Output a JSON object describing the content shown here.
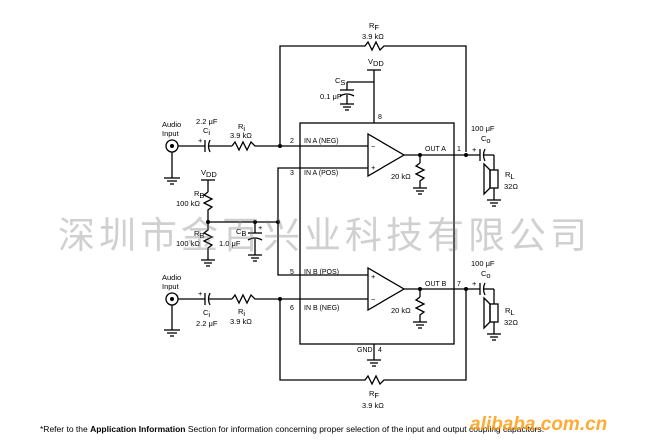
{
  "ic": {
    "pin_in_a_neg": "2",
    "pin_in_a_pos": "3",
    "pin_in_b_pos": "5",
    "pin_in_b_neg": "6",
    "pin_vdd": "8",
    "pin_out_a": "1",
    "pin_out_b": "7",
    "pin_gnd": "4",
    "label_in_a_neg": "IN A (NEG)",
    "label_in_a_pos": "IN A (POS)",
    "label_in_b_pos": "IN B (POS)",
    "label_in_b_neg": "IN B (NEG)",
    "label_out_a": "OUT A",
    "label_out_b": "OUT B",
    "label_gnd": "GND",
    "internal_res_a": "20 kΩ",
    "internal_res_b": "20 kΩ"
  },
  "components": {
    "rf_top_name": "R",
    "rf_top_sub": "F",
    "rf_top_value": "3.9 kΩ",
    "rf_bottom_name": "R",
    "rf_bottom_sub": "F",
    "rf_bottom_value": "3.9 kΩ",
    "vdd_top": "V",
    "vdd_top_sub": "DD",
    "cs_name": "C",
    "cs_sub": "S",
    "cs_value": "0.1 μF",
    "audio_in_a_line1": "Audio",
    "audio_in_a_line2": "Input",
    "ci_a_value": "2.2 μF",
    "ci_a_name": "C",
    "ci_a_sub": "i",
    "ri_a_name": "R",
    "ri_a_sub": "i",
    "ri_a_value": "3.9 kΩ",
    "vdd_bias": "V",
    "vdd_bias_sub": "DD",
    "rb1_name": "R",
    "rb1_sub": "B",
    "rb1_value": "100 kΩ",
    "rb2_name": "R",
    "rb2_sub": "B",
    "rb2_value": "100 kΩ",
    "cb_name": "C",
    "cb_sub": "B",
    "cb_value": "1.0 μF",
    "audio_in_b_line1": "Audio",
    "audio_in_b_line2": "Input",
    "ci_b_name": "C",
    "ci_b_sub": "i",
    "ci_b_value": "2.2 μF",
    "ri_b_name": "R",
    "ri_b_sub": "i",
    "ri_b_value": "3.9 kΩ",
    "co_a_value": "100 μF",
    "co_a_name": "C",
    "co_a_sub": "o",
    "rl_a_name": "R",
    "rl_a_sub": "L",
    "rl_a_value": "32Ω",
    "co_b_value": "100 μF",
    "co_b_name": "C",
    "co_b_sub": "o",
    "rl_b_name": "R",
    "rl_b_sub": "L",
    "rl_b_value": "32Ω",
    "plus": "+",
    "minus": "−"
  },
  "watermark": "深圳市金百兴业科技有限公司",
  "footnote": {
    "prefix": "*Refer to the ",
    "bold": "Application Information",
    "suffix": " Section for information concerning proper selection of the input and output coupling capacitors."
  },
  "site": "alibaba.com.cn"
}
